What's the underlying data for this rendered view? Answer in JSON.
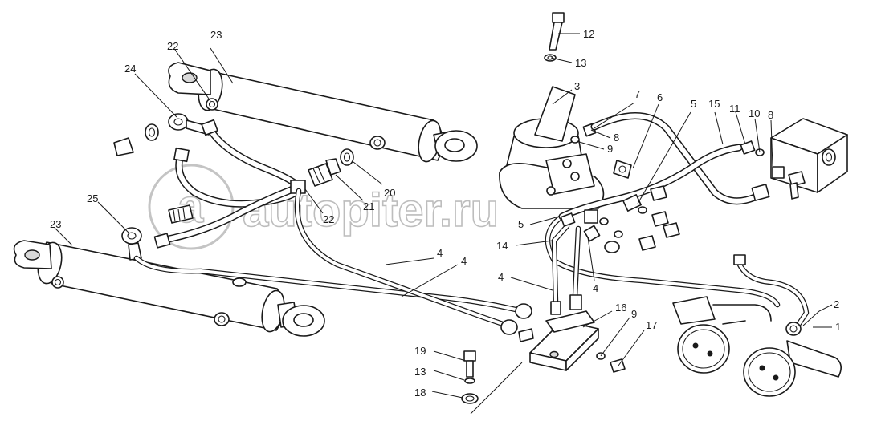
{
  "watermark": {
    "text": "autopiter.ru",
    "symbol": "a"
  },
  "callouts": [
    {
      "id": "c1",
      "label": "1"
    },
    {
      "id": "c2",
      "label": "2"
    },
    {
      "id": "c3",
      "label": "3"
    },
    {
      "id": "c4a",
      "label": "4"
    },
    {
      "id": "c4b",
      "label": "4"
    },
    {
      "id": "c4c",
      "label": "4"
    },
    {
      "id": "c4d",
      "label": "4"
    },
    {
      "id": "c5a",
      "label": "5"
    },
    {
      "id": "c5b",
      "label": "5"
    },
    {
      "id": "c6",
      "label": "6"
    },
    {
      "id": "c7",
      "label": "7"
    },
    {
      "id": "c8a",
      "label": "8"
    },
    {
      "id": "c8b",
      "label": "8"
    },
    {
      "id": "c9a",
      "label": "9"
    },
    {
      "id": "c9b",
      "label": "9"
    },
    {
      "id": "c10",
      "label": "10"
    },
    {
      "id": "c11",
      "label": "11"
    },
    {
      "id": "c12",
      "label": "12"
    },
    {
      "id": "c13a",
      "label": "13"
    },
    {
      "id": "c13b",
      "label": "13"
    },
    {
      "id": "c14",
      "label": "14"
    },
    {
      "id": "c15",
      "label": "15"
    },
    {
      "id": "c16",
      "label": "16"
    },
    {
      "id": "c17",
      "label": "17"
    },
    {
      "id": "c18",
      "label": "18"
    },
    {
      "id": "c19",
      "label": "19"
    },
    {
      "id": "c20",
      "label": "20"
    },
    {
      "id": "c21",
      "label": "21"
    },
    {
      "id": "c22a",
      "label": "22"
    },
    {
      "id": "c22b",
      "label": "22"
    },
    {
      "id": "c23a",
      "label": "23"
    },
    {
      "id": "c23b",
      "label": "23"
    },
    {
      "id": "c24",
      "label": "24"
    },
    {
      "id": "c25",
      "label": "25"
    }
  ]
}
